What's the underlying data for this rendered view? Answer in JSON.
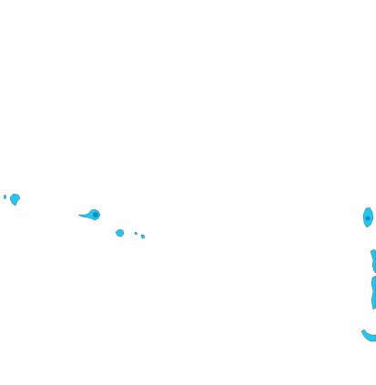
{
  "map": {
    "background_color": "#ffffff",
    "feature_fill_color": "#1ec8f0",
    "feature_shade_color": "#0f8fc4",
    "feature_outline_color": "#3a6f9a",
    "features": [
      {
        "name": "island-west-1"
      },
      {
        "name": "island-west-2"
      },
      {
        "name": "island-central"
      },
      {
        "name": "island-south-central"
      },
      {
        "name": "islet-south-central"
      },
      {
        "name": "coast-east-upper"
      },
      {
        "name": "coast-east-middle"
      },
      {
        "name": "coast-east-lower"
      }
    ]
  }
}
